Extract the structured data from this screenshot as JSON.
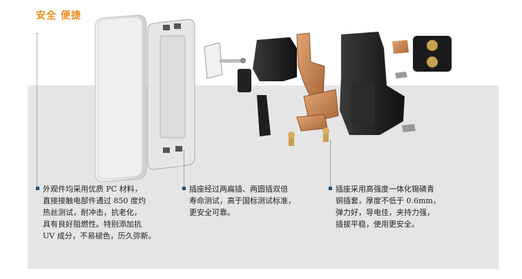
{
  "header": {
    "title": "安全 便捷"
  },
  "features": [
    {
      "lines": [
        "外观件均采用优质 PC 材料，",
        "直接接触电部件通过 850 度灼",
        "热丝测试，耐冲击，抗老化，",
        "具有良好阻燃性。特别添加抗",
        "UV 成分，不易褪色，历久弥新。"
      ]
    },
    {
      "lines": [
        "插座经过两扁插、两圆插双倍",
        "寿命测试，高于国标测试标准，",
        "更安全可靠。"
      ]
    },
    {
      "lines": [
        "插座采用高强度一体化锡磷青",
        "铜插套，厚度不低于 0.6mm，",
        "弹力好，导电佳，夹持力强，",
        "插拔平稳，使用更安全。"
      ]
    }
  ],
  "colors": {
    "title": "#f08c1e",
    "band": "#e5e5e5",
    "bullet": "#1f4e79",
    "leader": "#2d6fa0",
    "copper": "#c8844a"
  }
}
